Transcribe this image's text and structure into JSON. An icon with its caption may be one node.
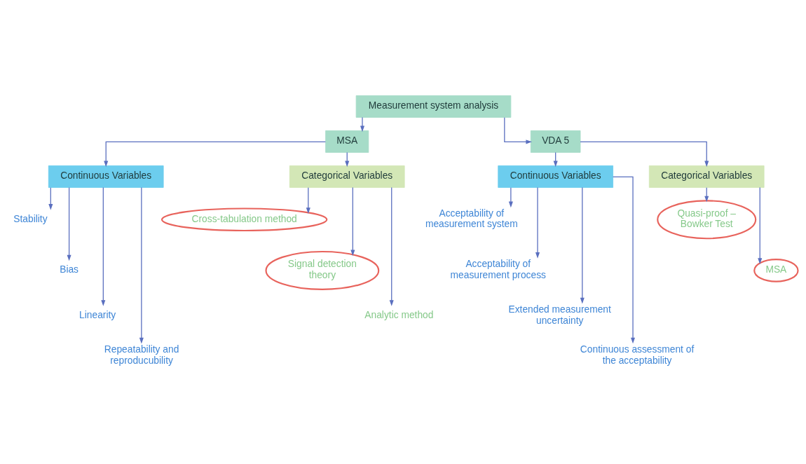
{
  "diagram": {
    "nodes": [
      {
        "text": [
          "Measurement system analysis"
        ]
      },
      {
        "text": [
          "MSA"
        ]
      },
      {
        "text": [
          "VDA 5"
        ]
      },
      {
        "text": [
          "Continuous Variables"
        ]
      },
      {
        "text": [
          "Categorical Variables"
        ]
      },
      {
        "text": [
          "Stability"
        ]
      },
      {
        "text": [
          "Bias"
        ]
      },
      {
        "text": [
          "Linearity"
        ]
      },
      {
        "text": [
          "Repeatability and reproducubility"
        ]
      },
      {
        "text": [
          "Cross-tabulation method"
        ]
      },
      {
        "text": [
          "Signal detection theory"
        ]
      },
      {
        "text": [
          "Analytic method"
        ]
      },
      {
        "text": [
          "Continuous Variables"
        ]
      },
      {
        "text": [
          "Categorical Variables"
        ]
      },
      {
        "text": [
          "Acceptability of measurement system"
        ]
      },
      {
        "text": [
          "Acceptability of measurement process"
        ]
      },
      {
        "text": [
          "Extended measurement uncertainty"
        ]
      },
      {
        "text": [
          "Continuous assessment of the acceptability"
        ]
      },
      {
        "text": [
          "Quasi-proof – Bowker Test"
        ]
      },
      {
        "text": [
          "MSA"
        ]
      }
    ],
    "edges": [
      {
        "from": 0,
        "to": 1,
        "arrow": "to"
      },
      {
        "from": 0,
        "to": 2,
        "arrow": "to"
      },
      {
        "from": 1,
        "to": 3,
        "arrow": "to"
      },
      {
        "from": 1,
        "to": 4,
        "arrow": "to"
      },
      {
        "from": 2,
        "to": 12,
        "arrow": "to"
      },
      {
        "from": 2,
        "to": 13,
        "arrow": "to"
      },
      {
        "from": 3,
        "to": 5,
        "arrow": "to"
      },
      {
        "from": 3,
        "to": 6,
        "arrow": "to"
      },
      {
        "from": 3,
        "to": 7,
        "arrow": "to"
      },
      {
        "from": 3,
        "to": 8,
        "arrow": "to"
      },
      {
        "from": 4,
        "to": 9,
        "arrow": "to"
      },
      {
        "from": 4,
        "to": 10,
        "arrow": "to"
      },
      {
        "from": 4,
        "to": 11,
        "arrow": "to"
      },
      {
        "from": 12,
        "to": 14,
        "arrow": "to"
      },
      {
        "from": 12,
        "to": 15,
        "arrow": "to"
      },
      {
        "from": 12,
        "to": 16,
        "arrow": "to"
      },
      {
        "from": 12,
        "to": 17,
        "arrow": "to"
      },
      {
        "from": 13,
        "to": 18,
        "arrow": "to"
      },
      {
        "from": 13,
        "to": 19,
        "arrow": "to"
      }
    ]
  }
}
